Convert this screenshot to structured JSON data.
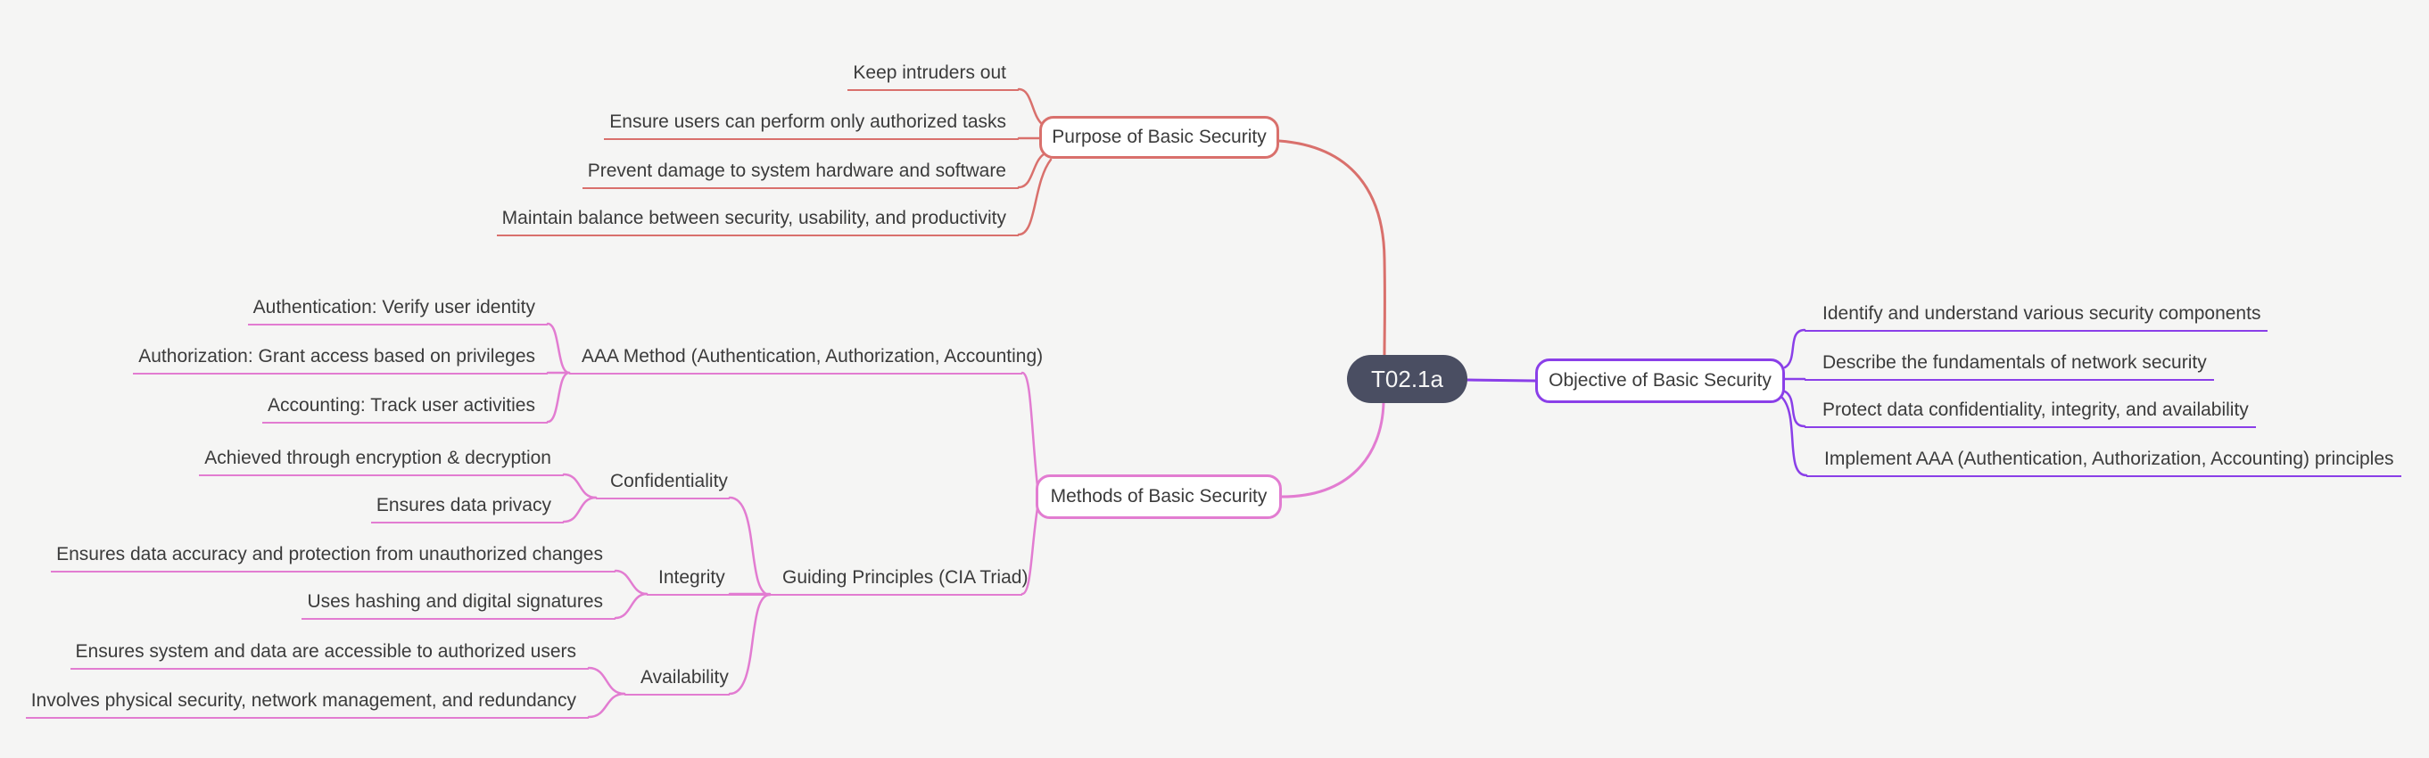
{
  "root": {
    "label": "T02.1a",
    "bg_color": "#4a4e62",
    "text_color": "#f5f5f5"
  },
  "canvas": {
    "background": "#f5f5f4",
    "text_color": "#3b3b3b"
  },
  "branches": {
    "purpose": {
      "label": "Purpose of Basic Security",
      "color": "#d9706c",
      "children": [
        {
          "label": "Keep intruders out"
        },
        {
          "label": "Ensure users can perform only authorized tasks"
        },
        {
          "label": "Prevent damage to system hardware and software"
        },
        {
          "label": "Maintain balance between security, usability, and productivity"
        }
      ]
    },
    "objective": {
      "label": "Objective of Basic Security",
      "color": "#8a3fe8",
      "children": [
        {
          "label": "Identify and understand various security components"
        },
        {
          "label": "Describe the fundamentals of network security"
        },
        {
          "label": "Protect data confidentiality, integrity, and availability"
        },
        {
          "label": "Implement AAA (Authentication, Authorization, Accounting) principles"
        }
      ]
    },
    "methods": {
      "label": "Methods of Basic Security",
      "color": "#e27cd1",
      "children": [
        {
          "label": "AAA Method (Authentication, Authorization, Accounting)",
          "children": [
            {
              "label": "Authentication: Verify user identity"
            },
            {
              "label": "Authorization: Grant access based on privileges"
            },
            {
              "label": "Accounting: Track user activities"
            }
          ]
        },
        {
          "label": "Guiding Principles (CIA Triad)",
          "children": [
            {
              "label": "Confidentiality",
              "children": [
                {
                  "label": "Achieved through encryption & decryption"
                },
                {
                  "label": "Ensures data privacy"
                }
              ]
            },
            {
              "label": "Integrity",
              "children": [
                {
                  "label": "Ensures data accuracy and protection from unauthorized changes"
                },
                {
                  "label": "Uses hashing and digital signatures"
                }
              ]
            },
            {
              "label": "Availability",
              "children": [
                {
                  "label": "Ensures system and data are accessible to authorized users"
                },
                {
                  "label": "Involves physical security, network management, and redundancy"
                }
              ]
            }
          ]
        }
      ]
    }
  }
}
